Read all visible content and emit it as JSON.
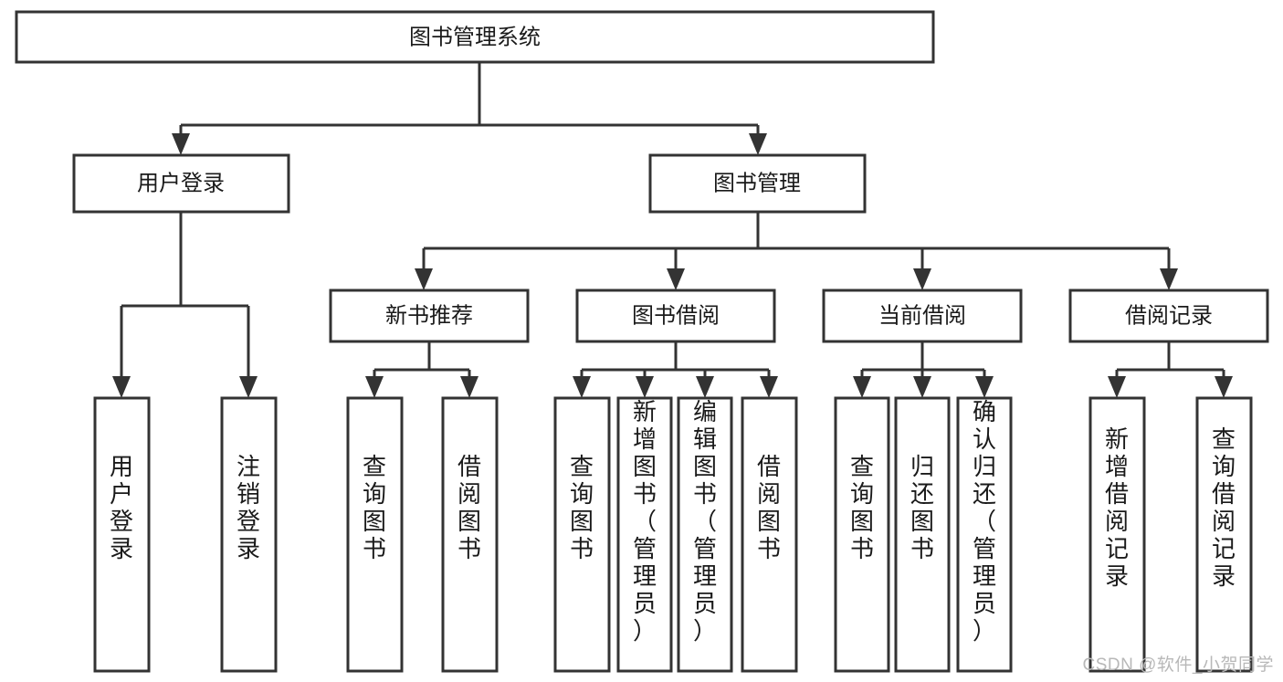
{
  "diagram": {
    "title": "图书管理系统",
    "type": "tree",
    "orientation": "top-down",
    "colors": {
      "box_fill": "#ffffff",
      "box_stroke": "#333333",
      "text": "#1a1a1a",
      "background": "#ffffff",
      "watermark": "#b8b8b8"
    },
    "root": {
      "label": "图书管理系统",
      "text_orientation": "horizontal"
    },
    "level2": [
      {
        "label": "用户登录",
        "text_orientation": "horizontal"
      },
      {
        "label": "图书管理",
        "text_orientation": "horizontal"
      }
    ],
    "level3": [
      {
        "label": "新书推荐",
        "text_orientation": "horizontal",
        "parent": "图书管理"
      },
      {
        "label": "图书借阅",
        "text_orientation": "horizontal",
        "parent": "图书管理"
      },
      {
        "label": "当前借阅",
        "text_orientation": "horizontal",
        "parent": "图书管理"
      },
      {
        "label": "借阅记录",
        "text_orientation": "horizontal",
        "parent": "图书管理"
      }
    ],
    "leaves": {
      "用户登录": [
        {
          "label": "用户登录",
          "text_orientation": "vertical"
        },
        {
          "label": "注销登录",
          "text_orientation": "vertical"
        }
      ],
      "新书推荐": [
        {
          "label": "查询图书",
          "text_orientation": "vertical"
        },
        {
          "label": "借阅图书",
          "text_orientation": "vertical"
        }
      ],
      "图书借阅": [
        {
          "label": "查询图书",
          "text_orientation": "vertical"
        },
        {
          "label": "新增图书（管理员）",
          "text_orientation": "vertical"
        },
        {
          "label": "编辑图书（管理员）",
          "text_orientation": "vertical"
        },
        {
          "label": "借阅图书",
          "text_orientation": "vertical"
        }
      ],
      "当前借阅": [
        {
          "label": "查询图书",
          "text_orientation": "vertical"
        },
        {
          "label": "归还图书",
          "text_orientation": "vertical"
        },
        {
          "label": "确认归还（管理员）",
          "text_orientation": "vertical"
        }
      ],
      "借阅记录": [
        {
          "label": "新增借阅记录",
          "text_orientation": "vertical"
        },
        {
          "label": "查询借阅记录",
          "text_orientation": "vertical"
        }
      ]
    }
  },
  "watermark": {
    "text": "CSDN @软件_小贺同学"
  }
}
